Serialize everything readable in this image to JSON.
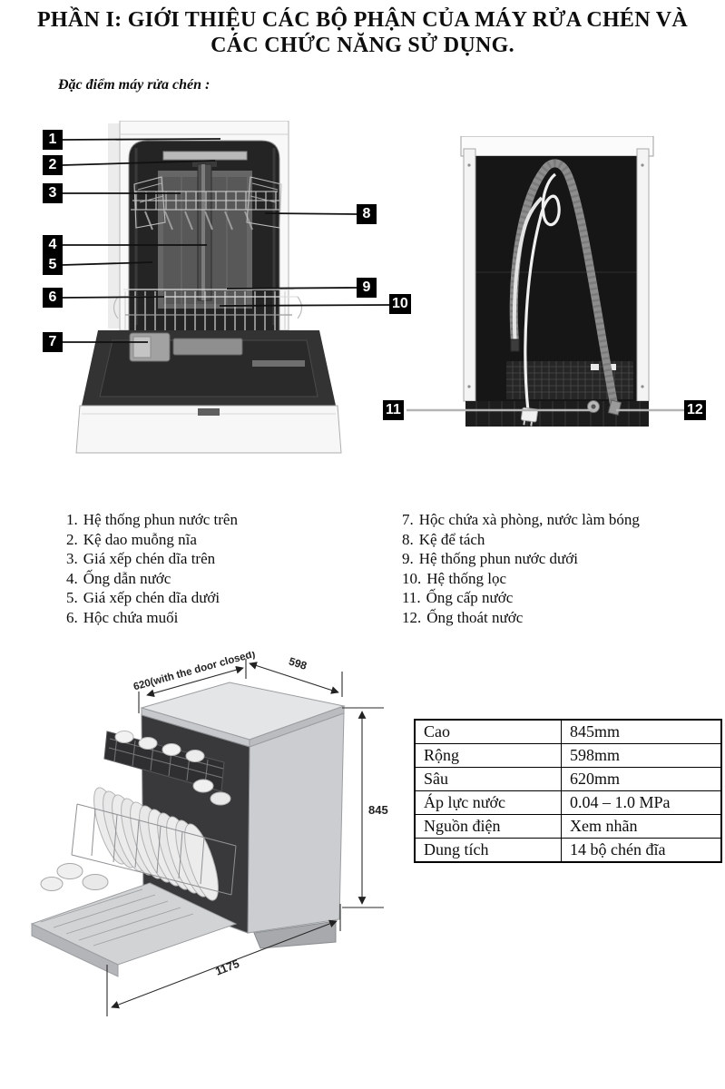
{
  "title": {
    "line1": "PHẦN I: GIỚI THIỆU CÁC BỘ PHẬN CỦA MÁY RỬA CHÉN VÀ",
    "line2": "CÁC CHỨC NĂNG SỬ DỤNG."
  },
  "subtitle": "Đặc điểm máy rửa chén :",
  "callouts": {
    "c1": "1",
    "c2": "2",
    "c3": "3",
    "c4": "4",
    "c5": "5",
    "c6": "6",
    "c7": "7",
    "c8": "8",
    "c9": "9",
    "c10": "10",
    "c11": "11",
    "c12": "12"
  },
  "parts": {
    "left": [
      {
        "num": "1.",
        "label": "Hệ thống phun nước trên"
      },
      {
        "num": "2.",
        "label": "Kệ dao muỗng nĩa"
      },
      {
        "num": "3.",
        "label": "Giá xếp chén dĩa trên"
      },
      {
        "num": "4.",
        "label": "Ống dẫn nước"
      },
      {
        "num": "5.",
        "label": "Giá xếp chén dĩa dưới"
      },
      {
        "num": "6.",
        "label": "Hộc chứa muối"
      }
    ],
    "right": [
      {
        "num": "7.",
        "label": "Hộc chứa xà phòng, nước làm bóng"
      },
      {
        "num": "8.",
        "label": "Kệ để tách"
      },
      {
        "num": "9.",
        "label": "Hệ thống phun nước dưới"
      },
      {
        "num": "10.",
        "label": "Hệ thống lọc"
      },
      {
        "num": "11.",
        "label": "Ống cấp nước"
      },
      {
        "num": "12.",
        "label": "Ống thoát nước"
      }
    ]
  },
  "dims": {
    "depth_door_closed": "620(with the door closed)",
    "width": "598",
    "height": "845",
    "depth_total": "1175"
  },
  "spec": {
    "rows": [
      {
        "label": "Cao",
        "value": "845mm"
      },
      {
        "label": "Rộng",
        "value": "598mm"
      },
      {
        "label": "Sâu",
        "value": "620mm"
      },
      {
        "label": "Áp lực nước",
        "value": "0.04 – 1.0 MPa"
      },
      {
        "label": "Nguồn điện",
        "value": "Xem nhãn"
      },
      {
        "label": "Dung tích",
        "value": "14 bộ chén đĩa"
      }
    ]
  }
}
